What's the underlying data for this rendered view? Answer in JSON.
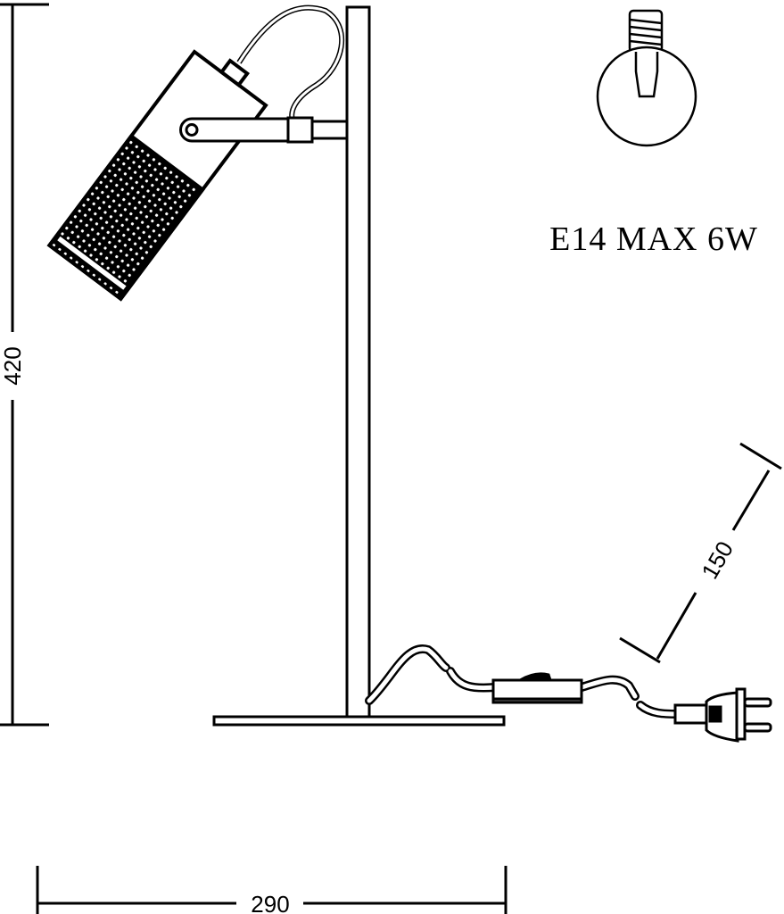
{
  "diagram": {
    "bulb_spec": "E14 MAX 6W",
    "dimensions": {
      "height": "420",
      "width": "290",
      "head_length": "150"
    }
  }
}
